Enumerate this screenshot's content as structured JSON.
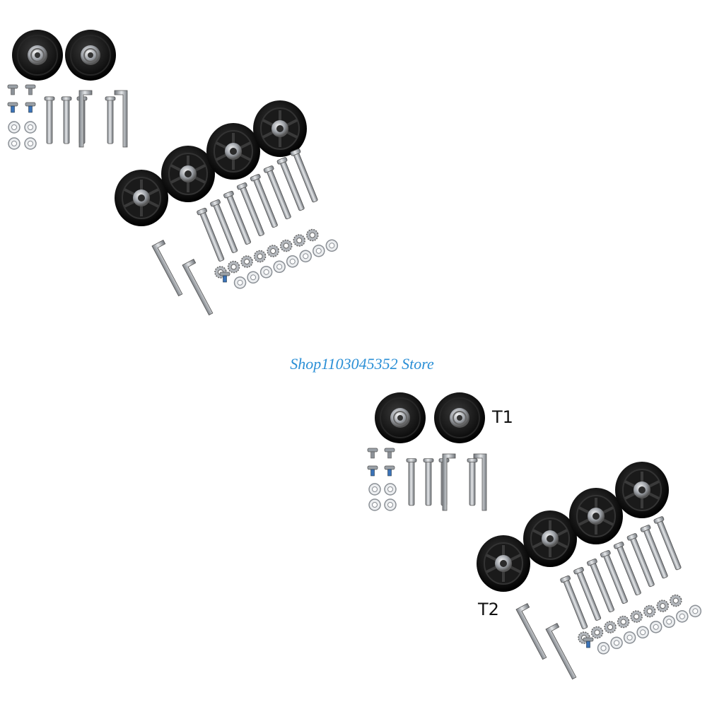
{
  "store_watermark": "Shop1103045352 Store",
  "labels": {
    "t1": "T1",
    "t2": "T2"
  },
  "colors": {
    "watermark": "#2a8fd6",
    "wheel": "#111111",
    "metal": "#b8bcc2"
  }
}
